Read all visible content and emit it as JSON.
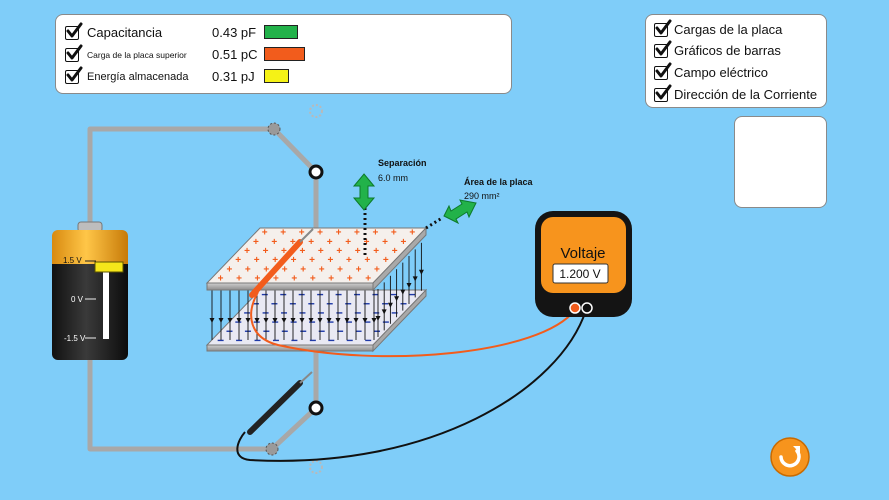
{
  "meters": [
    {
      "label": "Capacitancia",
      "value": "0.43 pF",
      "color": "#22b24a",
      "fraction": 0.43
    },
    {
      "label": "Carga de la placa superior",
      "value": "0.51 pC",
      "color": "#f25c1c",
      "fraction": 0.51
    },
    {
      "label": "Energía almacenada",
      "value": "0.31 pJ",
      "color": "#f5f216",
      "fraction": 0.31
    }
  ],
  "options": [
    {
      "label": "Cargas de la placa",
      "checked": true
    },
    {
      "label": "Gráficos de barras",
      "checked": true
    },
    {
      "label": "Campo eléctrico",
      "checked": true
    },
    {
      "label": "Dirección de la Corriente",
      "checked": true
    }
  ],
  "battery": {
    "label_top": "1.5 V",
    "label_mid": "0 V",
    "label_bottom": "-1.5 V",
    "slider_fraction": 1.0
  },
  "separation": {
    "title": "Separación",
    "value": "6.0 mm"
  },
  "plate_area": {
    "title": "Área de la placa",
    "value": "290 mm²"
  },
  "voltmeter": {
    "title": "Voltaje",
    "reading": "1.200 V"
  },
  "colors": {
    "background": "#7fcdf9",
    "wire": "#a8a8a8",
    "positive_charge": "#f25c1c",
    "negative_charge": "#1f3aa8",
    "arrow_green": "#22b24a",
    "meter_orange": "#f7941d",
    "reset_orange": "#f7941d"
  },
  "icons": {
    "reset": "reset-icon",
    "checkbox": "checkmark-icon"
  }
}
